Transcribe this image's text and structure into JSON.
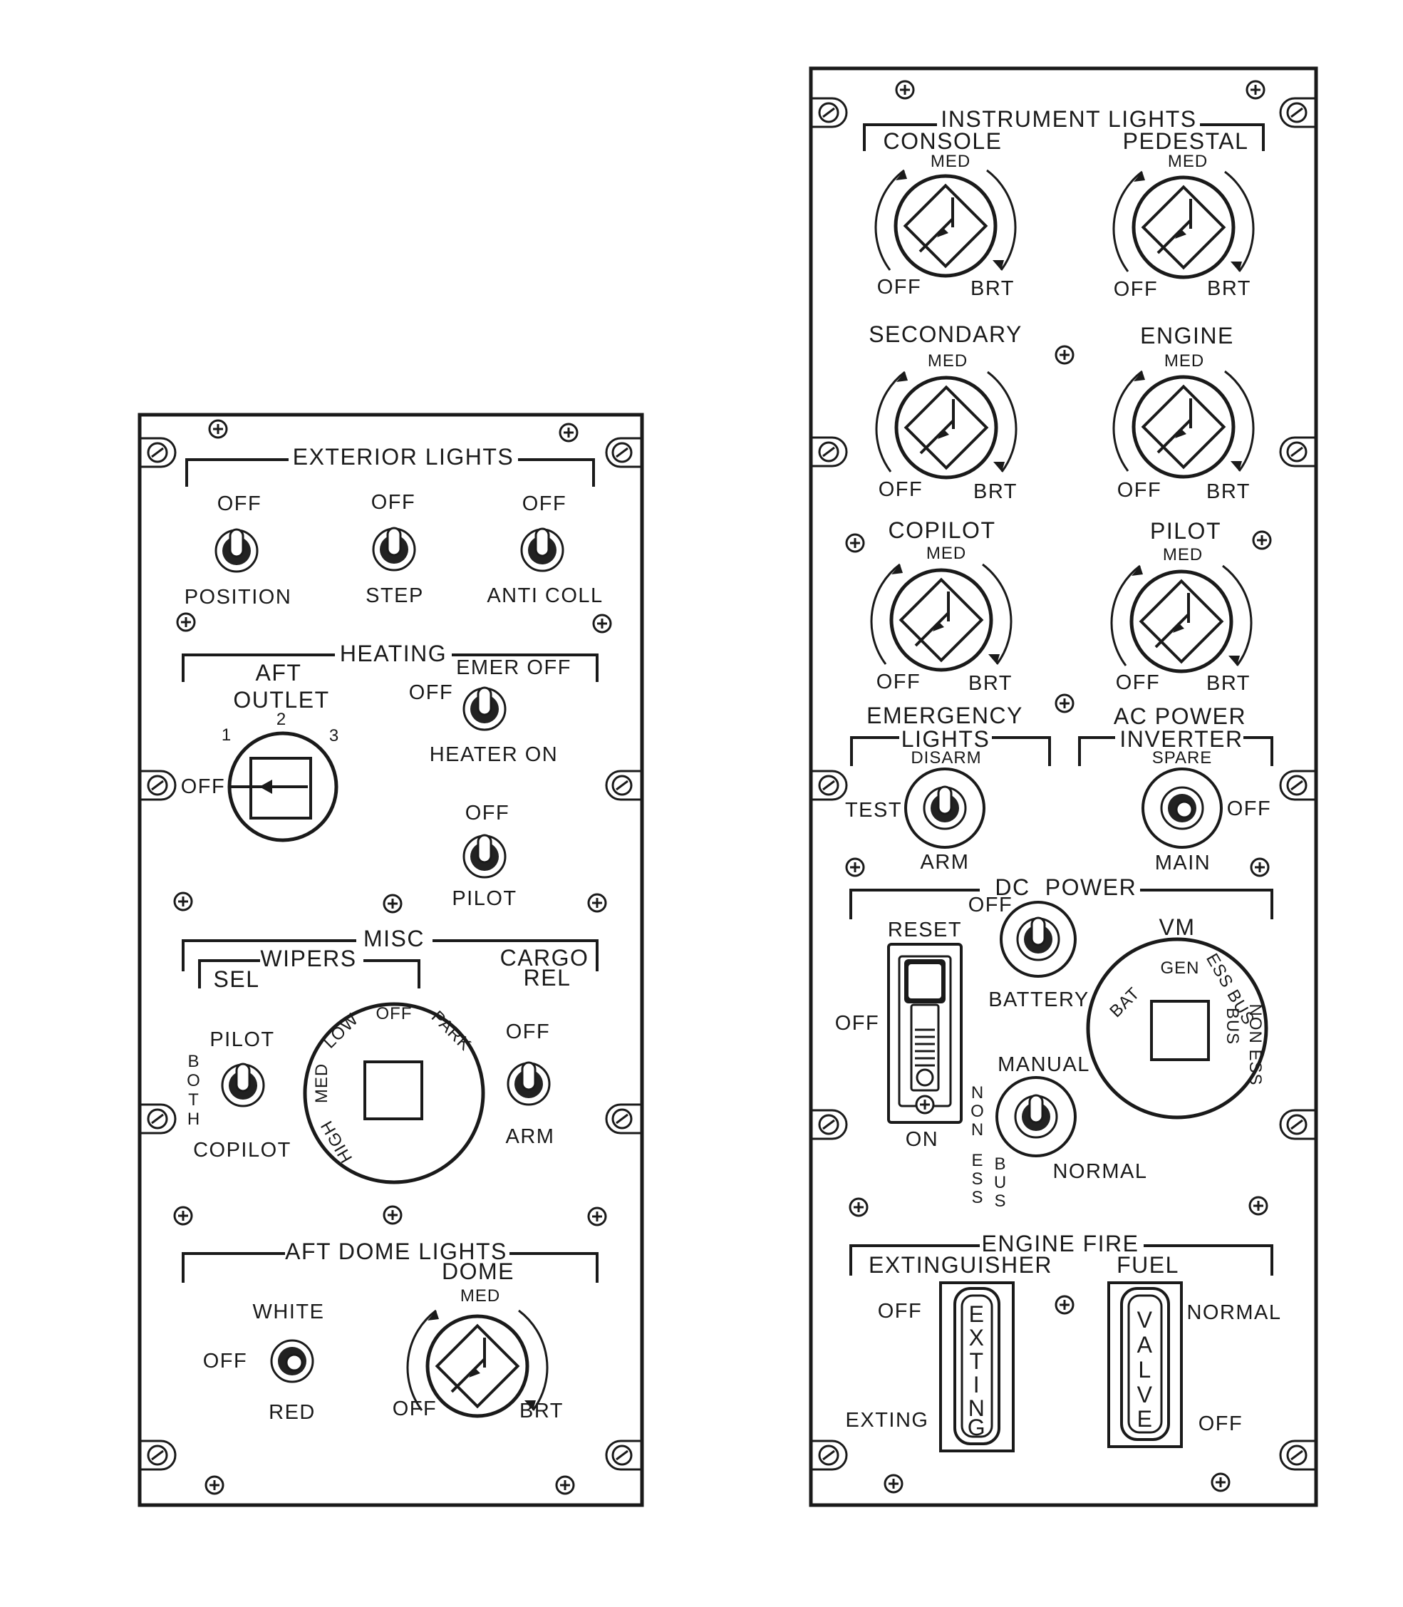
{
  "left_panel": {
    "exterior_lights": {
      "title": "EXTERIOR LIGHTS",
      "position": {
        "top": "OFF",
        "bottom": "POSITION"
      },
      "step": {
        "top": "OFF",
        "bottom": "STEP"
      },
      "anti_coll": {
        "top": "OFF",
        "bottom": "ANTI COLL"
      }
    },
    "heating": {
      "title": "HEATING",
      "aft_outlet": {
        "line1": "AFT",
        "line2": "OUTLET",
        "pos1": "1",
        "pos2": "2",
        "pos3": "3",
        "off": "OFF"
      },
      "heater": {
        "top": "EMER OFF",
        "left": "OFF",
        "bottom": "HEATER ON"
      },
      "pilot": {
        "top": "OFF",
        "bottom": "PILOT"
      }
    },
    "misc": {
      "title": "MISC",
      "wipers": {
        "title": "WIPERS",
        "sel": "SEL",
        "pilot": "PILOT",
        "both": [
          "B",
          "O",
          "T",
          "H"
        ],
        "copilot": "COPILOT",
        "rotary": {
          "off": "OFF",
          "low": "LOW",
          "med": "MED",
          "high": "HIGH",
          "park": "PARK"
        }
      },
      "cargo_rel": {
        "line1": "CARGO",
        "line2": "REL",
        "top": "OFF",
        "bottom": "ARM"
      }
    },
    "aft_dome_lights": {
      "title": "AFT DOME LIGHTS",
      "color_switch": {
        "top": "WHITE",
        "left": "OFF",
        "bottom": "RED"
      },
      "dome": {
        "title": "DOME",
        "med": "MED",
        "off": "OFF",
        "brt": "BRT"
      }
    }
  },
  "right_panel": {
    "instrument_lights": {
      "title": "INSTRUMENT LIGHTS",
      "knobs": [
        {
          "label": "CONSOLE",
          "med": "MED",
          "off": "OFF",
          "brt": "BRT"
        },
        {
          "label": "PEDESTAL",
          "med": "MED",
          "off": "OFF",
          "brt": "BRT"
        },
        {
          "label": "SECONDARY",
          "med": "MED",
          "off": "OFF",
          "brt": "BRT"
        },
        {
          "label": "ENGINE",
          "med": "MED",
          "off": "OFF",
          "brt": "BRT"
        },
        {
          "label": "COPILOT",
          "med": "MED",
          "off": "OFF",
          "brt": "BRT"
        },
        {
          "label": "PILOT",
          "med": "MED",
          "off": "OFF",
          "brt": "BRT"
        }
      ]
    },
    "emergency_lights": {
      "line1": "EMERGENCY",
      "line2": "LIGHTS",
      "top": "DISARM",
      "left": "TEST",
      "bottom": "ARM"
    },
    "ac_power_inverter": {
      "line1": "AC POWER",
      "line2": "INVERTER",
      "top": "SPARE",
      "right": "OFF",
      "bottom": "MAIN"
    },
    "dc_power": {
      "title_dc": "DC",
      "title_power": "POWER",
      "reset_switch": {
        "top": "RESET",
        "left": "OFF",
        "bottom": "ON"
      },
      "battery": {
        "top": "OFF",
        "bottom": "BATTERY"
      },
      "non_ess_bus": {
        "line1": [
          "N",
          "O",
          "N"
        ],
        "line2": [
          "E",
          "S",
          "S"
        ],
        "line3": [
          "B",
          "U",
          "S"
        ],
        "top": "MANUAL",
        "bottom": "NORMAL"
      },
      "vm": {
        "title": "VM",
        "bat": "BAT",
        "gen": "GEN",
        "ess_bus": "ESS BUS",
        "bus": "BUS",
        "non_ess": "NON ESS"
      }
    },
    "engine_fire": {
      "title": "ENGINE FIRE",
      "extinguisher": {
        "title": "EXTINGUISHER",
        "top": "OFF",
        "bottom": "EXTING",
        "cap_letters": [
          "E",
          "X",
          "T",
          "I",
          "N",
          "G"
        ]
      },
      "fuel": {
        "title": "FUEL",
        "top": "NORMAL",
        "bottom": "OFF",
        "cap_letters": [
          "V",
          "A",
          "L",
          "V",
          "E"
        ]
      }
    }
  }
}
